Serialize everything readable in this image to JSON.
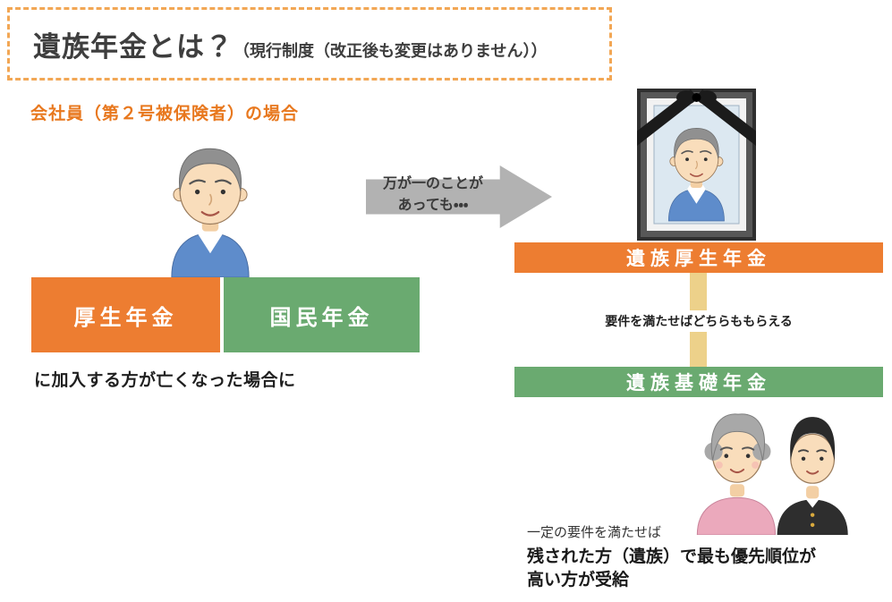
{
  "title": {
    "main": "遺族年金とは？",
    "sub": "（現行制度（改正後も変更はありません））"
  },
  "case_heading": "会社員（第２号被保険者）の場合",
  "pension_boxes": {
    "kousei": "厚生年金",
    "kokumin": "国民年金"
  },
  "caption": "に加入する方が亡くなった場合に",
  "arrow": {
    "line1": "万が一のことが",
    "line2": "あっても・・・"
  },
  "survivor": {
    "kousei_bar": "遺族厚生年金",
    "connector_note": "要件を満たせばどちらももらえる",
    "kiso_bar": "遺族基礎年金",
    "note_line1": "一定の要件を満たせば",
    "note_line2": "残された方（遺族）で最も優先順位が",
    "note_line3": "高い方が受給"
  },
  "icons": {
    "insured_man": "man-in-blue-sweater-illustration",
    "memorial_photo": "framed-portrait-with-black-mourning-ribbon",
    "survivors": "elderly-woman-and-schoolboy-illustration"
  },
  "colors": {
    "orange": "#ED7D31",
    "green": "#6AAA70",
    "arrow_gray": "#B2B2B2",
    "connector_yellow": "#EDD18A",
    "dashed_border": "#F2A755",
    "heading_orange": "#E8781E",
    "text_dark": "#333333"
  }
}
